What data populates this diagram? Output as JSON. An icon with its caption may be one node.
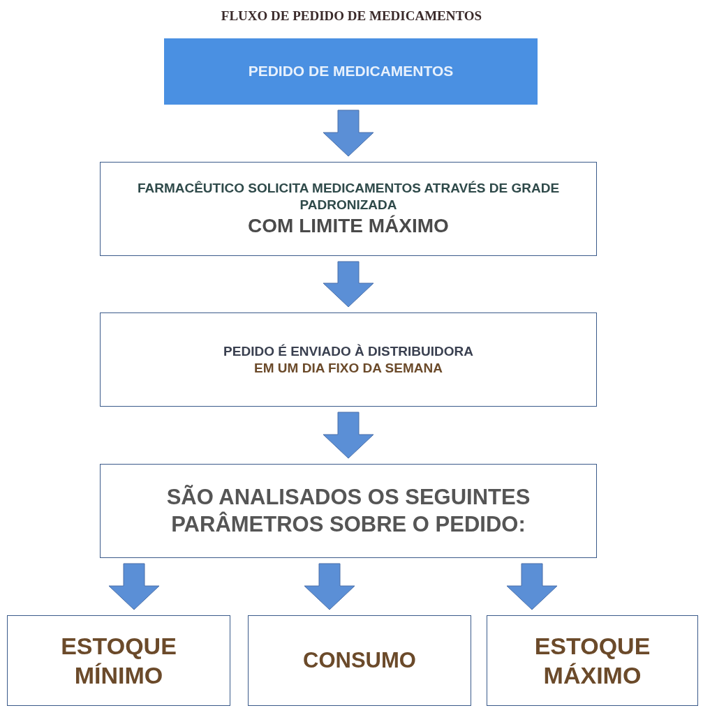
{
  "diagram": {
    "title": "FLUXO DE PEDIDO DE MEDICAMENTOS",
    "nodes": [
      {
        "text": [
          "PEDIDO DE MEDICAMENTOS"
        ]
      },
      {
        "text": [
          "FARMACÊUTICO SOLICITA MEDICAMENTOS ATRAVÉS DE GRADE PADRONIZADA",
          "COM LIMITE MÁXIMO"
        ]
      },
      {
        "text": [
          "PEDIDO É ENVIADO À DISTRIBUIDORA",
          "EM UM DIA FIXO DA SEMANA"
        ]
      },
      {
        "text": [
          "SÃO ANALISADOS OS SEGUINTES PARÂMETROS SOBRE O PEDIDO:"
        ]
      },
      {
        "text": [
          "ESTOQUE MÍNIMO"
        ]
      },
      {
        "text": [
          "CONSUMO"
        ]
      },
      {
        "text": [
          "ESTOQUE MÁXIMO"
        ]
      }
    ],
    "edges": [
      {
        "from": 0,
        "to": 1,
        "arrow": "to"
      },
      {
        "from": 1,
        "to": 2,
        "arrow": "to"
      },
      {
        "from": 2,
        "to": 3,
        "arrow": "to"
      },
      {
        "from": 3,
        "to": 4,
        "arrow": "to"
      },
      {
        "from": 3,
        "to": 5,
        "arrow": "to"
      },
      {
        "from": 3,
        "to": 6,
        "arrow": "to"
      }
    ]
  }
}
